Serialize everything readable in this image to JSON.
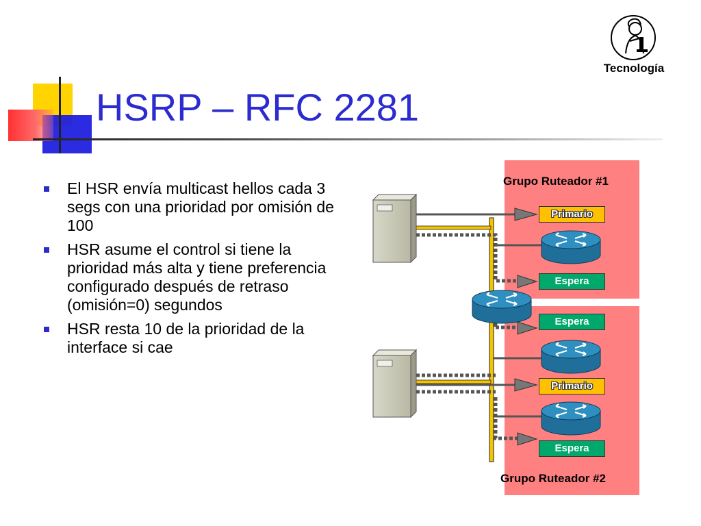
{
  "header": {
    "title": "HSRP – RFC 2281",
    "logo_label": "Tecnología",
    "logo_icon": "scientist-microscope-icon"
  },
  "bullets": [
    "El HSR envía multicast hellos cada 3 segs con una prioridad por omisión de 100",
    "HSR asume el control si tiene la prioridad más alta y tiene preferencia configurado después de retraso (omisión=0) segundos",
    "HSR resta 10 de la prioridad de la interface si cae"
  ],
  "diagram": {
    "group1_label": "Grupo Ruteador #1",
    "group2_label": "Grupo Ruteador #2",
    "tags": {
      "g1_primary": "Primario",
      "g1_standby": "Espera",
      "g2_standby": "Espera",
      "g2_primary": "Primario",
      "g2_standby_bottom": "Espera"
    },
    "colors": {
      "group_fill": "#ff8080",
      "primary_tag": "#ffc000",
      "standby_tag": "#00a86b",
      "title": "#2b2bd0",
      "router": "#2e8fc0",
      "ethernet": "#f5c400"
    }
  }
}
